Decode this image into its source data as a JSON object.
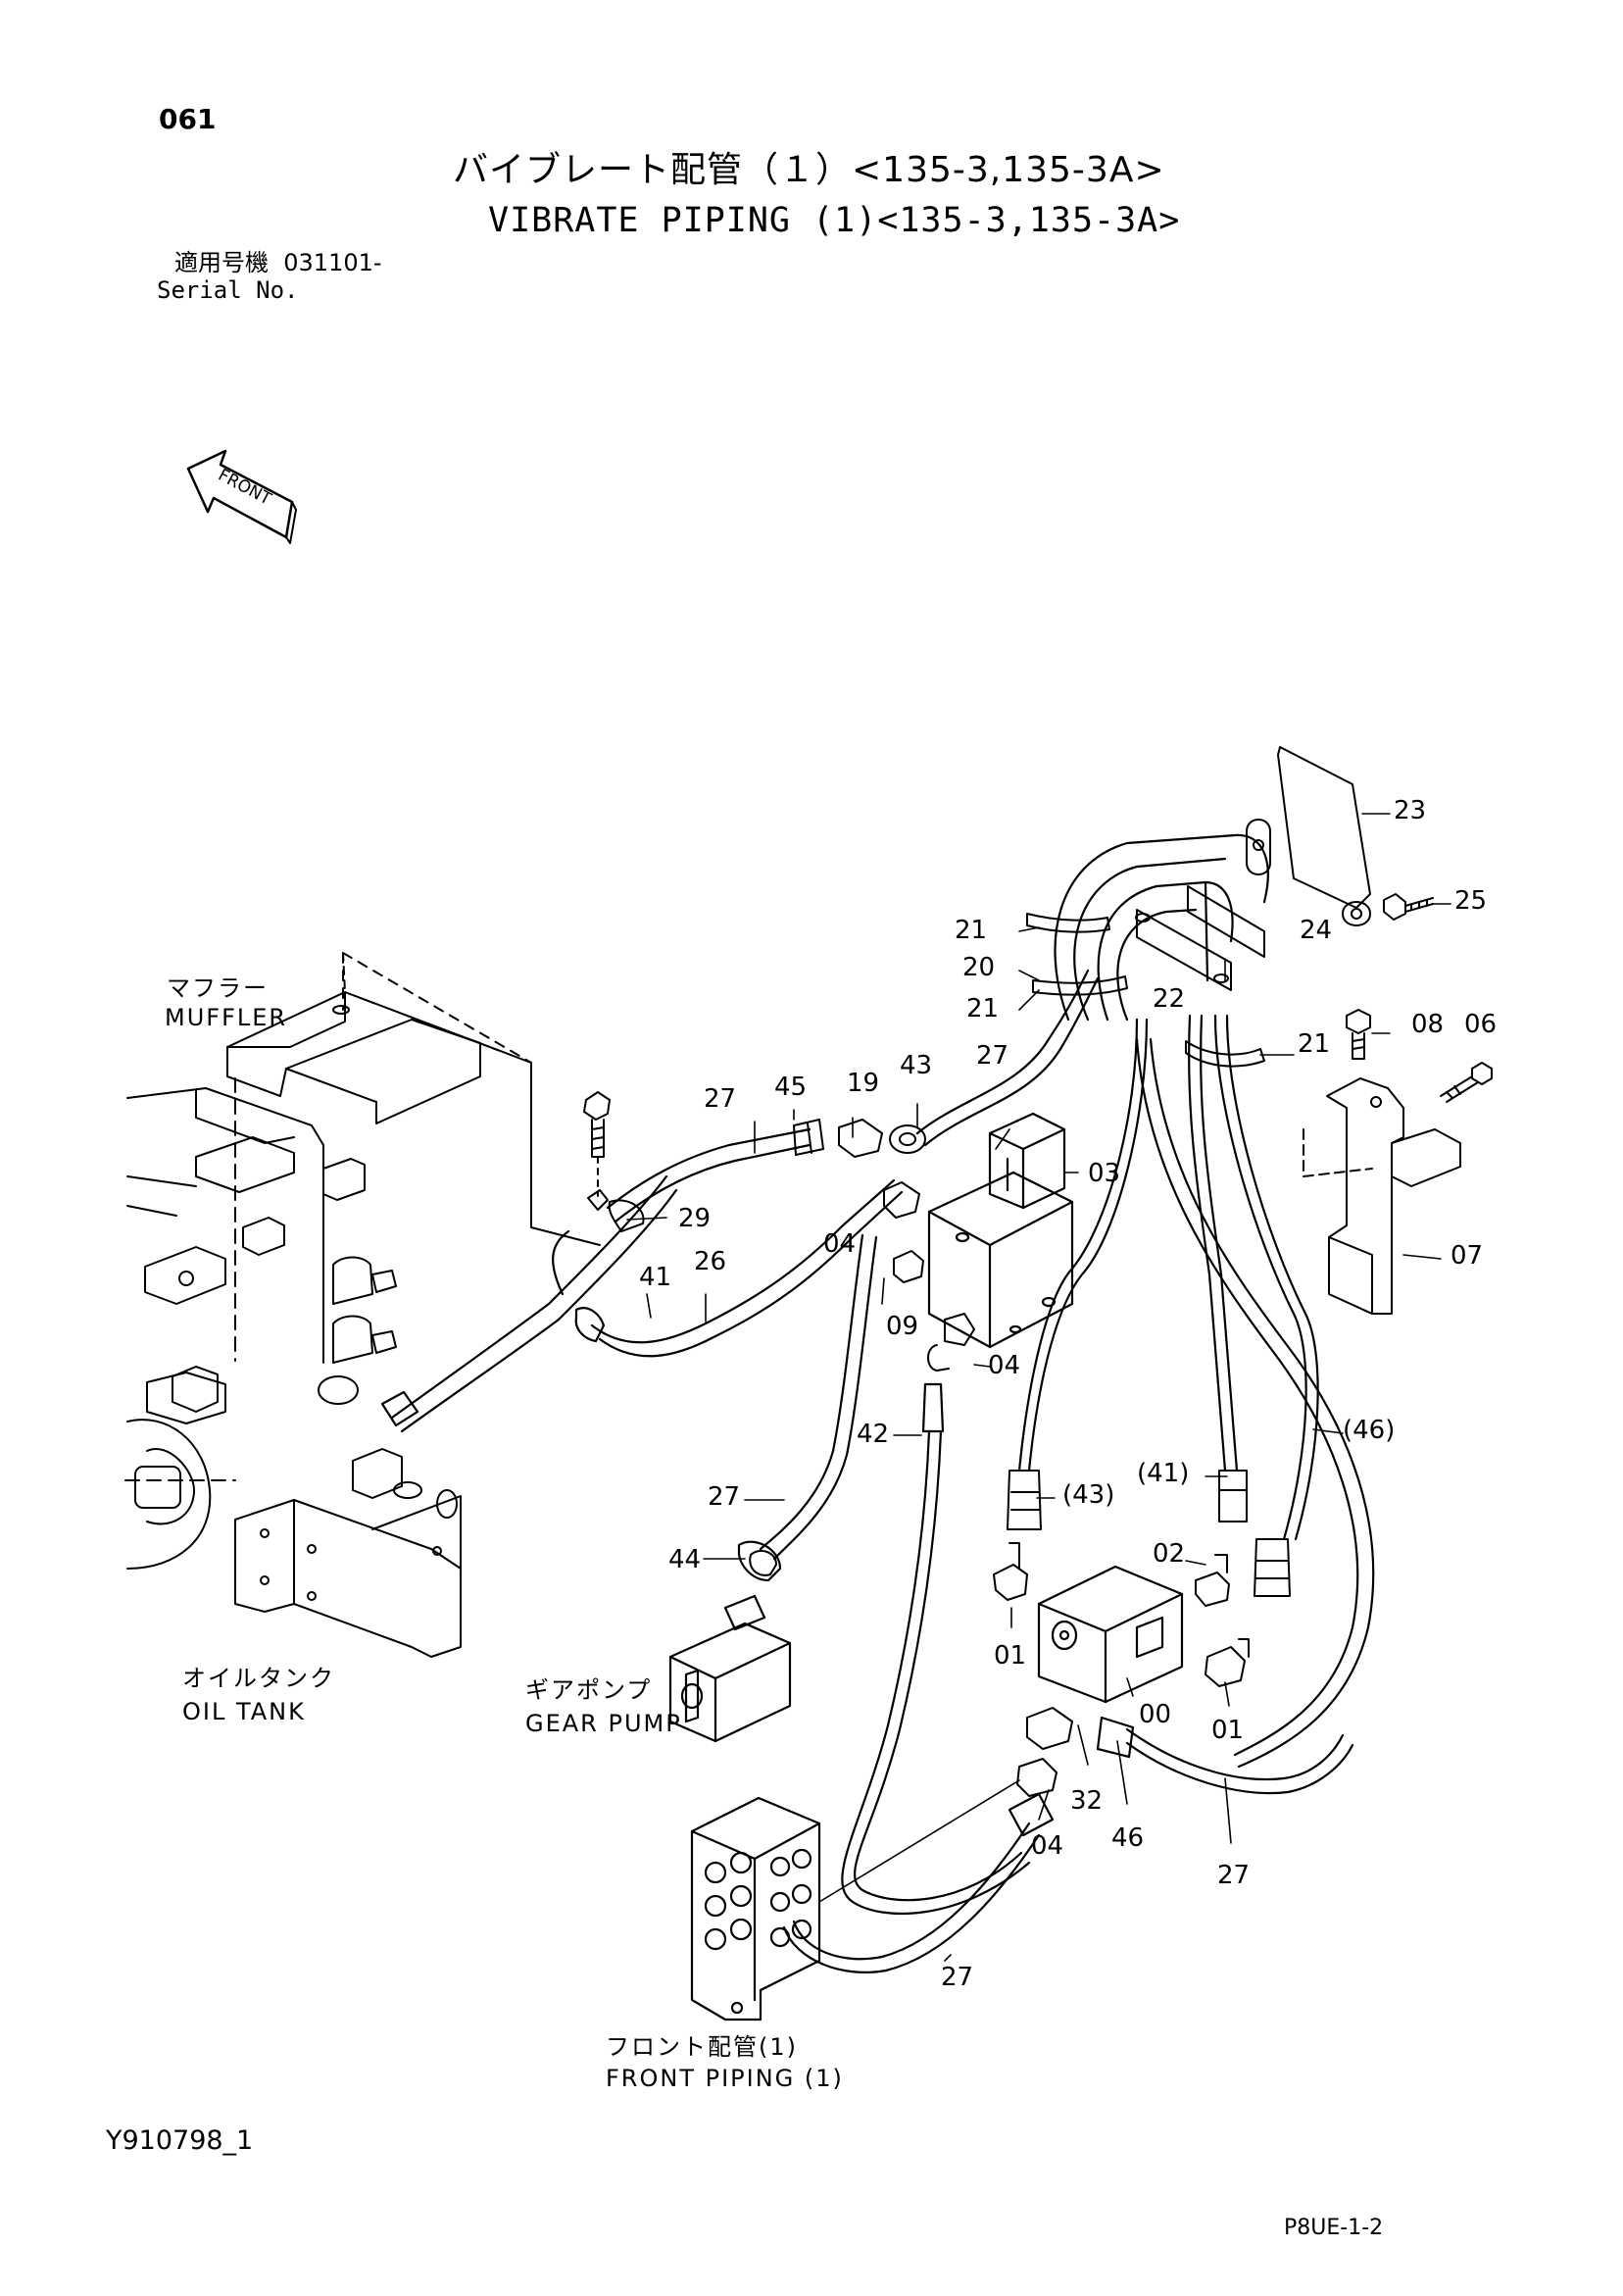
{
  "header": {
    "page_number": "061",
    "title_jp": "バイブレート配管（１）<135-3,135-3A>",
    "title_en": "VIBRATE PIPING (1)<135-3,135-3A>",
    "serial_label_jp": "適用号機",
    "serial_value": "031101-",
    "serial_label_en": "Serial No."
  },
  "direction_label": "FRONT",
  "components": {
    "muffler_jp": "マフラー",
    "muffler_en": "MUFFLER",
    "oil_tank_jp": "オイルタンク",
    "oil_tank_en": "OIL  TANK",
    "gear_pump_jp": "ギアポンプ",
    "gear_pump_en": "GEAR PUMP",
    "front_piping_jp": "フロント配管(1)",
    "front_piping_en": "FRONT PIPING (1)"
  },
  "callouts": {
    "c23": "23",
    "c25": "25",
    "c21a": "21",
    "c24": "24",
    "c20": "20",
    "c22": "22",
    "c21b": "21",
    "c21c": "21",
    "c08": "08",
    "c06": "06",
    "c27a": "27",
    "c45": "45",
    "c19": "19",
    "c43": "43",
    "c27b": "27",
    "c03": "03",
    "c29": "29",
    "c04a": "04",
    "c41": "41",
    "c26": "26",
    "c09": "09",
    "c07": "07",
    "c04b": "04",
    "c46p": "(46)",
    "c42": "42",
    "c41p": "(41)",
    "c43p": "(43)",
    "c27c": "27",
    "c02": "02",
    "c44": "44",
    "c01a": "01",
    "c00": "00",
    "c01b": "01",
    "c32": "32",
    "c04c": "04",
    "c46": "46",
    "c27d": "27",
    "c27e": "27"
  },
  "footer": {
    "figure_id": "Y910798_1",
    "page_code": "P8UE-1-2"
  }
}
